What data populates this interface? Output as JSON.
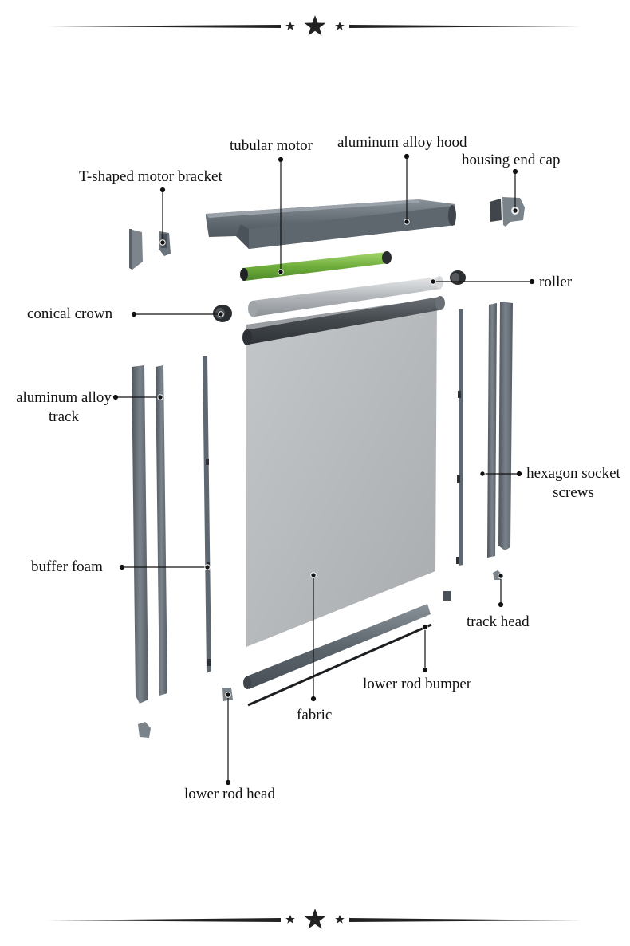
{
  "diagram": {
    "labels": {
      "tubular_motor": "tubular motor",
      "aluminum_alloy_hood": "aluminum alloy hood",
      "housing_end_cap": "housing end cap",
      "t_shaped_motor_bracket": "T-shaped motor bracket",
      "roller": "roller",
      "conical_crown": "conical crown",
      "aluminum_alloy_track_line1": "aluminum alloy",
      "aluminum_alloy_track_line2": "track",
      "hexagon_socket_screws_line1": "hexagon socket",
      "hexagon_socket_screws_line2": "screws",
      "buffer_foam": "buffer foam",
      "track_head": "track head",
      "lower_rod_bumper": "lower rod bumper",
      "fabric": "fabric",
      "lower_rod_head": "lower rod head"
    },
    "colors": {
      "metal_dark": "#5f6770",
      "metal_mid": "#7b838c",
      "metal_light": "#c9ccd0",
      "motor_green": "#7ab648",
      "fabric": "#b9bcbf",
      "fabric_dark": "#555a5f",
      "ornament": "#222222",
      "leader": "#111111"
    },
    "ornament_icons": [
      "small-star-icon",
      "large-star-icon",
      "small-star-icon"
    ]
  }
}
